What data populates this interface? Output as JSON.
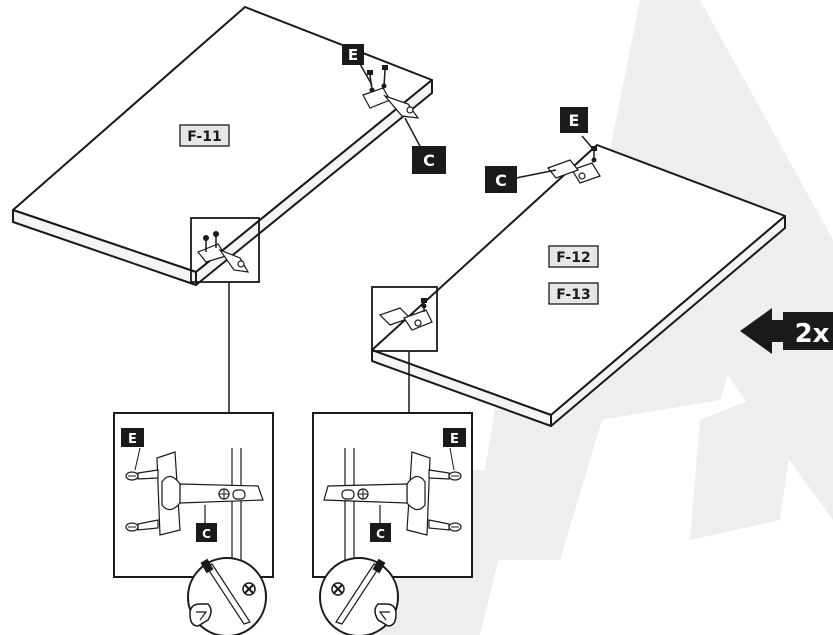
{
  "panels": {
    "left_panel_label": "F-11",
    "right_panel_labels": [
      "F-12",
      "F-13"
    ]
  },
  "parts": {
    "screw_label": "E",
    "hinge_label": "C"
  },
  "quantity": {
    "multiplier": "2x"
  },
  "colors": {
    "ink": "#1a1a1a",
    "panel_tag_fill": "#e6e6e6",
    "watermark": "#eeeeee"
  },
  "icons": [
    "screwdriver-icon",
    "screw-head-cross-icon",
    "allowed-tool-icon",
    "direction-arrow-icon"
  ]
}
